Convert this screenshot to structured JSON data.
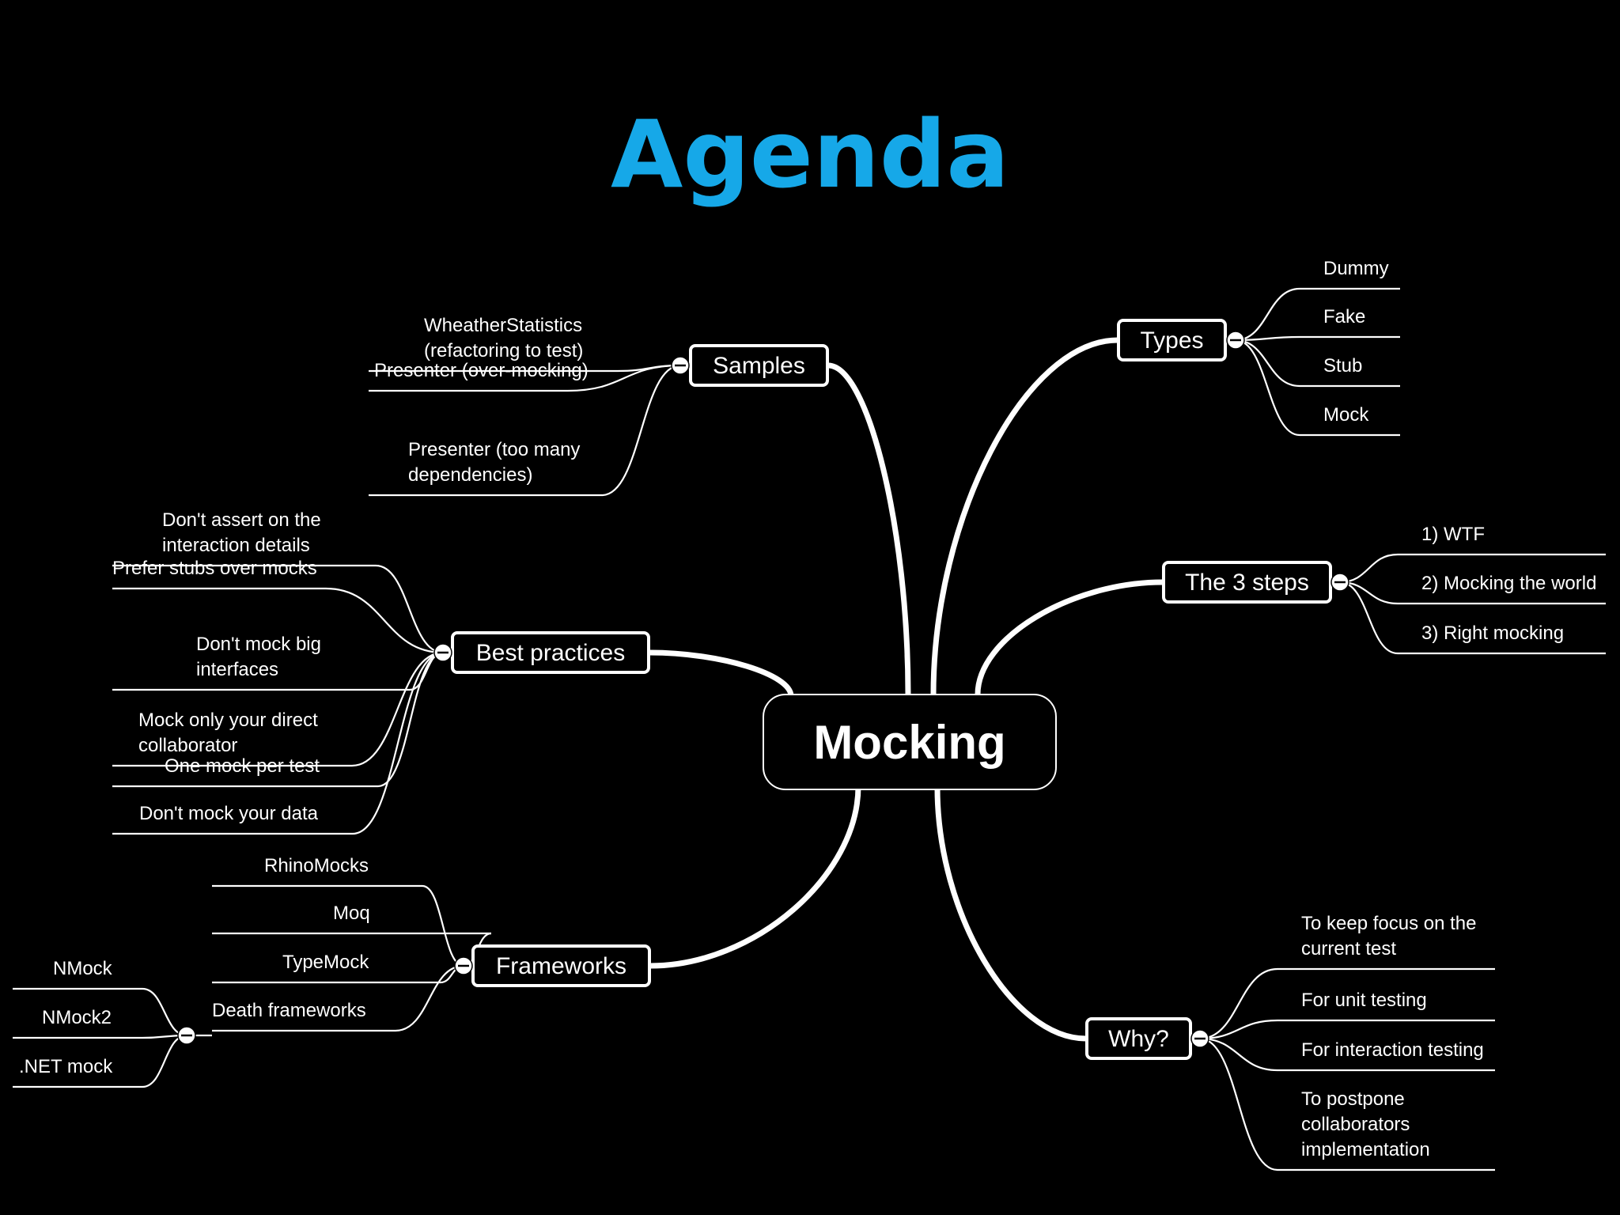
{
  "title": "Agenda",
  "center": "Mocking",
  "branches": [
    {
      "label": "Samples",
      "children": [
        "WheatherStatistics\n(refactoring to test)",
        "Presenter (over-mocking)",
        "Presenter (too many\ndependencies)"
      ]
    },
    {
      "label": "Best practices",
      "children": [
        "Don't assert on the\ninteraction details",
        "Prefer stubs over mocks",
        "Don't mock big\ninterfaces",
        "Mock only your direct\ncollaborator",
        "One mock per test",
        "Don't mock your data"
      ]
    },
    {
      "label": "Frameworks",
      "children": [
        "RhinoMocks",
        "Moq",
        "TypeMock",
        "Death frameworks"
      ]
    },
    {
      "label": "Death frameworks",
      "children": [
        "NMock",
        "NMock2",
        ".NET mock"
      ]
    },
    {
      "label": "Types",
      "children": [
        "Dummy",
        "Fake",
        "Stub",
        "Mock"
      ]
    },
    {
      "label": "The 3 steps",
      "children": [
        "1) WTF",
        "2) Mocking the world",
        "3) Right mocking"
      ]
    },
    {
      "label": "Why?",
      "children": [
        "To keep focus on the\ncurrent test",
        "For unit testing",
        "For interaction testing",
        "To postpone\ncollaborators\nimplementation"
      ]
    }
  ]
}
